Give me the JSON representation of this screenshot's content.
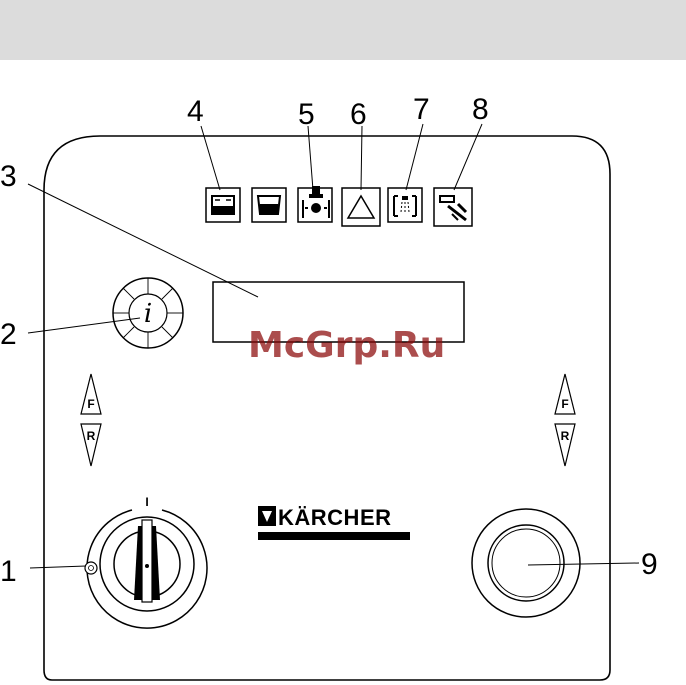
{
  "callouts": {
    "c1": "1",
    "c2": "2",
    "c3": "3",
    "c4": "4",
    "c5": "5",
    "c6": "6",
    "c7": "7",
    "c8": "8",
    "c9": "9"
  },
  "info_button": {
    "symbol": "i"
  },
  "direction_left": {
    "forward": "F",
    "reverse": "R"
  },
  "direction_right": {
    "forward": "F",
    "reverse": "R"
  },
  "key_switch": {
    "on_mark": "I"
  },
  "brand": {
    "logo_text": "KÄRCHER"
  },
  "watermark": {
    "text": "McGrp.Ru"
  },
  "indicator_icons": [
    "battery-icon",
    "tank-icon",
    "brush-icon",
    "warning-triangle-icon",
    "spray-icon",
    "wrench-icon"
  ],
  "colors": {
    "panel_outline": "#000000",
    "header_band": "#dcdcdc",
    "watermark": "#8b0a0a"
  }
}
